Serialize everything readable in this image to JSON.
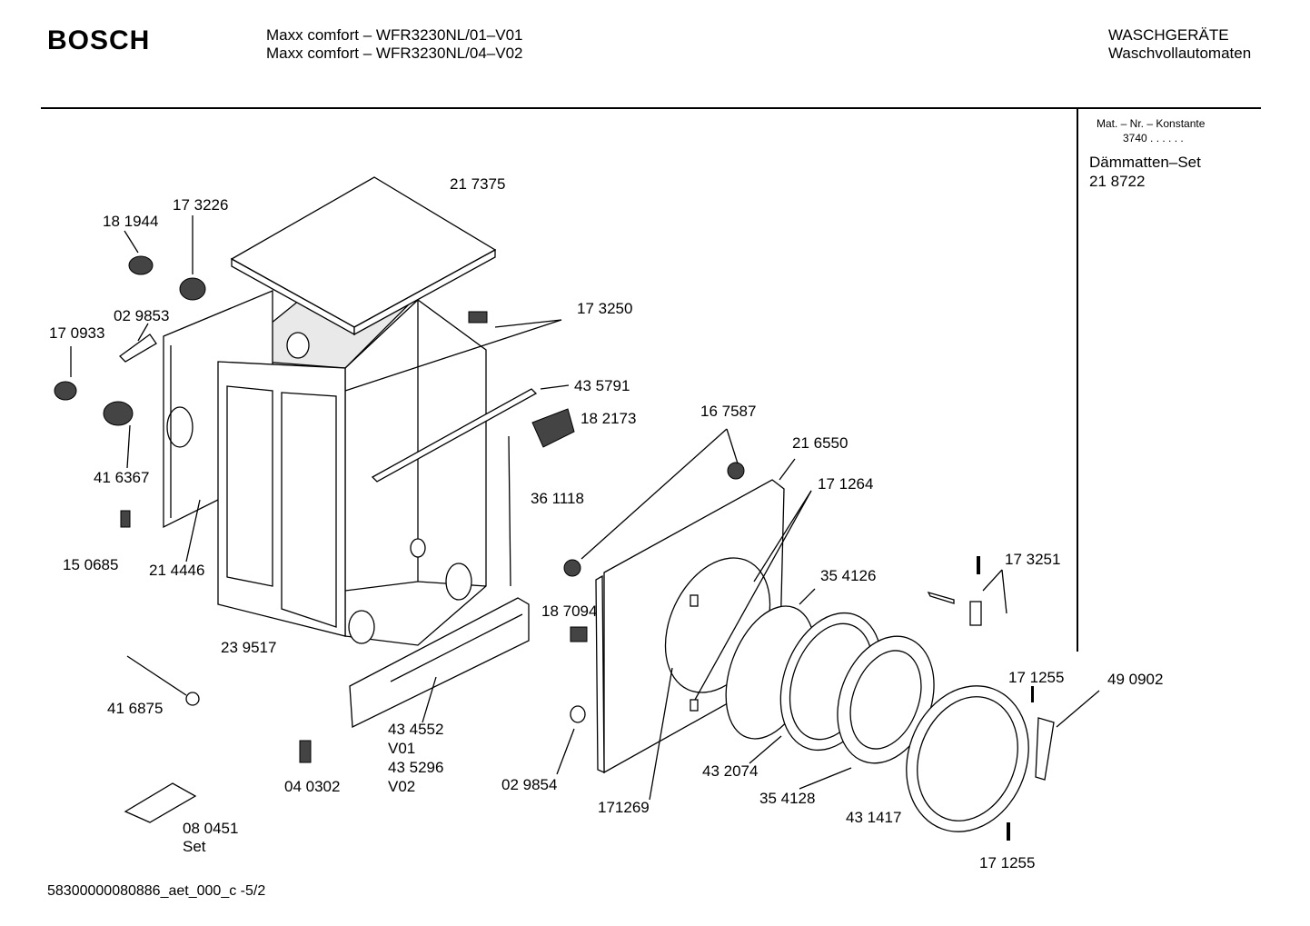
{
  "header": {
    "brand": "BOSCH",
    "model_lines": [
      "Maxx comfort – WFR3230NL/01–V01",
      "Maxx comfort – WFR3230NL/04–V02"
    ],
    "category_lines": [
      "WASCHGERÄTE",
      "Waschvollautomaten"
    ]
  },
  "side_panel": {
    "mat_header": "Mat. – Nr. – Konstante",
    "mat_value": "3740  .  .   .  .  .  .",
    "item_title": "Dämmatten–Set",
    "item_number": "21 8722"
  },
  "parts": [
    {
      "id": "p217375",
      "text": "21 7375"
    },
    {
      "id": "p173226",
      "text": "17 3226"
    },
    {
      "id": "p181944",
      "text": "18 1944"
    },
    {
      "id": "p029853",
      "text": "02 9853"
    },
    {
      "id": "p170933",
      "text": "17 0933"
    },
    {
      "id": "p173250",
      "text": "17 3250"
    },
    {
      "id": "p435791",
      "text": "43 5791"
    },
    {
      "id": "p182173",
      "text": "18 2173"
    },
    {
      "id": "p167587",
      "text": "16 7587"
    },
    {
      "id": "p216550",
      "text": "21 6550"
    },
    {
      "id": "p171264",
      "text": "17 1264"
    },
    {
      "id": "p416367",
      "text": "41 6367"
    },
    {
      "id": "p361118",
      "text": "36 1118"
    },
    {
      "id": "p150685",
      "text": "15 0685"
    },
    {
      "id": "p214446",
      "text": "21 4446"
    },
    {
      "id": "p354126",
      "text": "35 4126"
    },
    {
      "id": "p173251",
      "text": "17 3251"
    },
    {
      "id": "p187094",
      "text": "18 7094"
    },
    {
      "id": "p239517",
      "text": "23 9517"
    },
    {
      "id": "p171255a",
      "text": "17 1255"
    },
    {
      "id": "p490902",
      "text": "49 0902"
    },
    {
      "id": "p416875",
      "text": "41 6875"
    },
    {
      "id": "p434552",
      "text": "43 4552"
    },
    {
      "id": "pV01",
      "text": "V01"
    },
    {
      "id": "p435296",
      "text": "43 5296"
    },
    {
      "id": "pV02",
      "text": "V02"
    },
    {
      "id": "p029854",
      "text": "02 9854"
    },
    {
      "id": "p432074",
      "text": "43 2074"
    },
    {
      "id": "p171269",
      "text": "171269"
    },
    {
      "id": "p354128",
      "text": "35 4128"
    },
    {
      "id": "p040302",
      "text": "04 0302"
    },
    {
      "id": "p431417",
      "text": "43 1417"
    },
    {
      "id": "p080451",
      "text": "08 0451"
    },
    {
      "id": "pSet",
      "text": "Set"
    },
    {
      "id": "p171255b",
      "text": "17 1255"
    }
  ],
  "footer": {
    "code": "58300000080886_aet_000_c -5/2"
  }
}
